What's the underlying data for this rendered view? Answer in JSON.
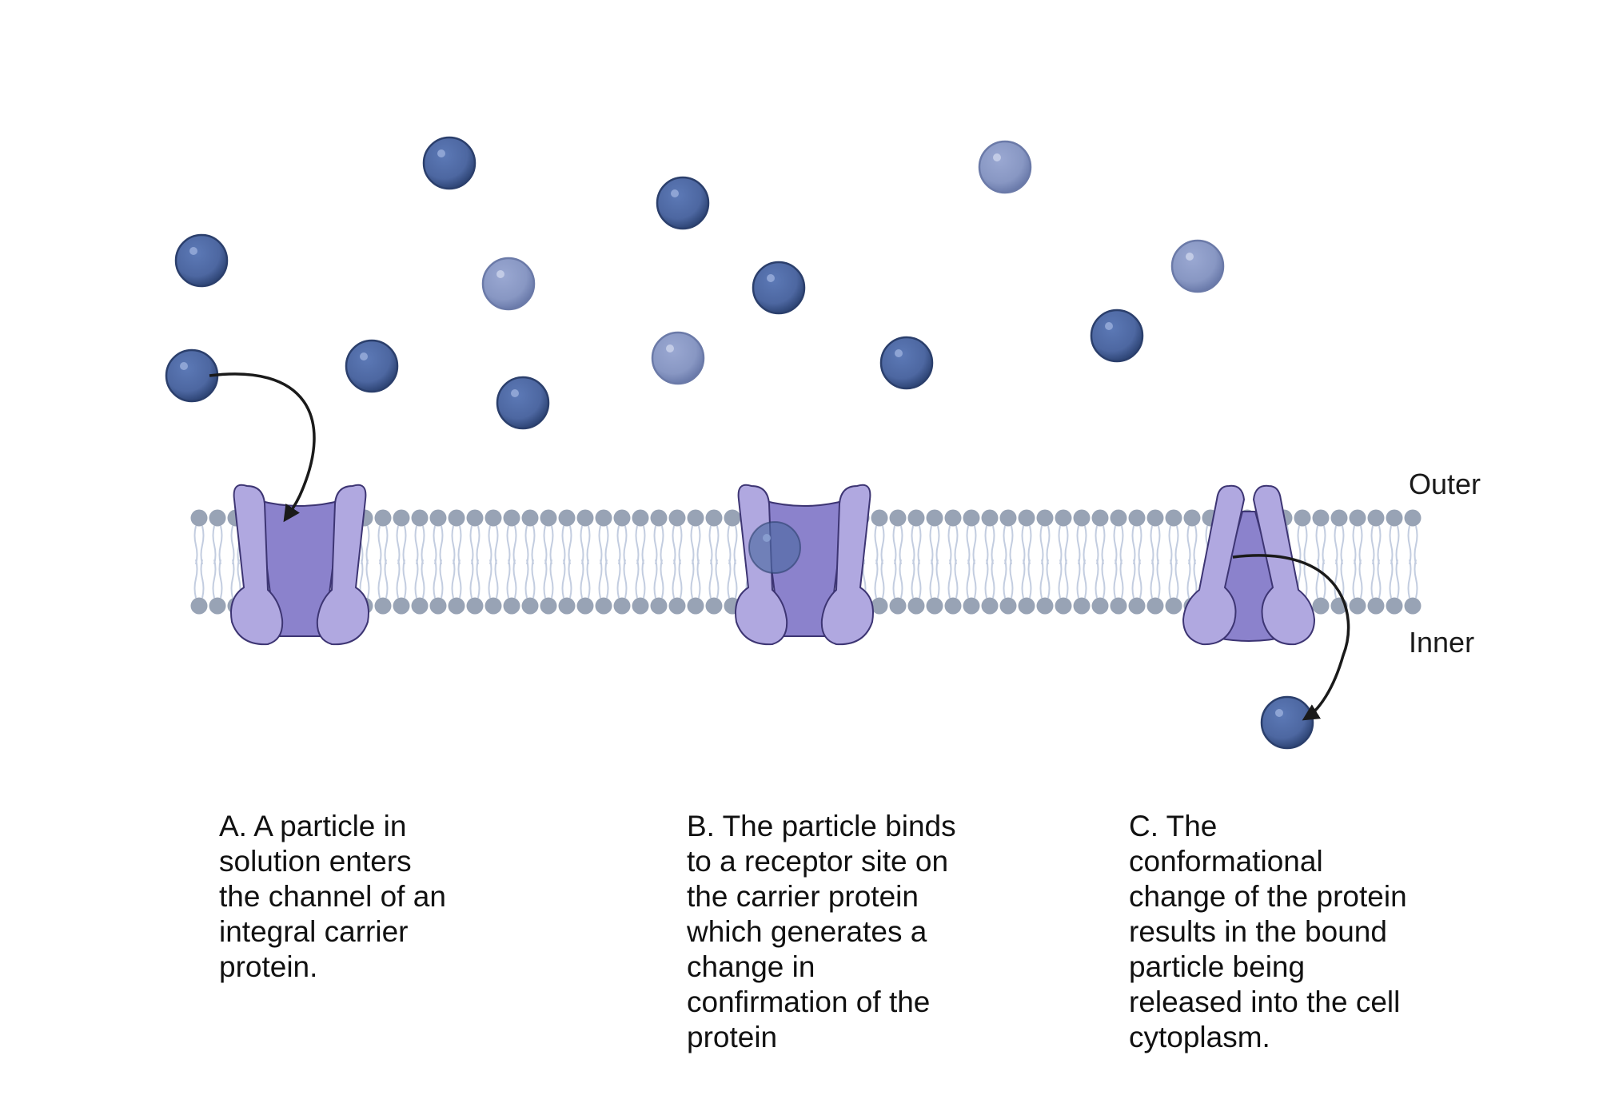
{
  "labels": {
    "outer": "Outer",
    "inner": "Inner"
  },
  "captions": {
    "a": [
      "A. A particle in",
      "solution enters",
      "the channel of an",
      "integral carrier",
      "protein."
    ],
    "b": [
      "B. The particle binds",
      "to a receptor site on",
      "the carrier protein",
      "which generates a",
      "change in",
      "confirmation of the",
      "protein"
    ],
    "c": [
      "C. The",
      "conformational",
      "change of the protein",
      "results in the bound",
      "particle being",
      "released into the cell",
      "cytoplasm."
    ]
  },
  "colors": {
    "particle_dark": "#4f6aa3",
    "particle_light": "#8898c4",
    "lipid_head": "#98a3b5",
    "lipid_tail": "#c3cde0",
    "protein_light": "#b0a8e0",
    "protein_dark": "#8b82cc",
    "protein_outline": "#3d3573",
    "arrow": "#1a1a1a"
  },
  "icons": {
    "particle": "solute-particle-icon",
    "carrier": "carrier-protein-icon",
    "arrow": "curved-arrow-icon"
  }
}
